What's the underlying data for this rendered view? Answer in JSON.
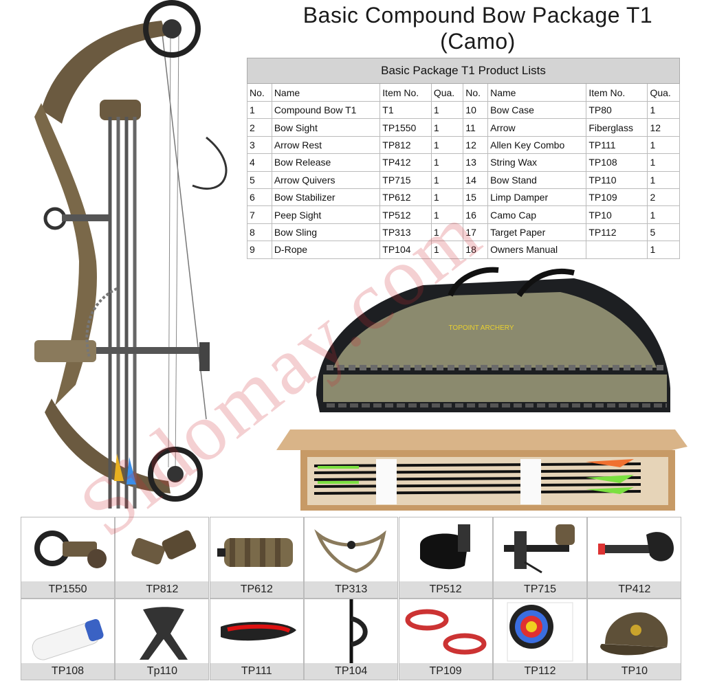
{
  "title_line1": "Basic Compound Bow Package T1",
  "title_line2": "(Camo)",
  "table": {
    "caption": "Basic Package T1 Product Lists",
    "headers": [
      "No.",
      "Name",
      "Item No.",
      "Qua.",
      "No.",
      "Name",
      "Item No.",
      "Qua."
    ],
    "rows": [
      [
        "1",
        "Compound Bow T1",
        "T1",
        "1",
        "10",
        "Bow Case",
        "TP80",
        "1"
      ],
      [
        "2",
        "Bow Sight",
        "TP1550",
        "1",
        "11",
        "Arrow",
        "Fiberglass",
        "12"
      ],
      [
        "3",
        "Arrow Rest",
        "TP812",
        "1",
        "12",
        "Allen Key Combo",
        "TP111",
        "1"
      ],
      [
        "4",
        "Bow Release",
        "TP412",
        "1",
        "13",
        "String Wax",
        "TP108",
        "1"
      ],
      [
        "5",
        "Arrow Quivers",
        "TP715",
        "1",
        "14",
        "Bow Stand",
        "TP110",
        "1"
      ],
      [
        "6",
        "Bow Stabilizer",
        "TP612",
        "1",
        "15",
        "Limp Damper",
        "TP109",
        "2"
      ],
      [
        "7",
        "Peep Sight",
        "TP512",
        "1",
        "16",
        "Camo Cap",
        "TP10",
        "1"
      ],
      [
        "8",
        "Bow Sling",
        "TP313",
        "1",
        "17",
        "Target Paper",
        "TP112",
        "5"
      ],
      [
        "9",
        "D-Rope",
        "TP104",
        "1",
        "18",
        "Owners Manual",
        "",
        "1"
      ]
    ]
  },
  "bag_logo": "TOPOINT ARCHERY",
  "thumbnails": [
    {
      "label": "TP1550",
      "icon": "bow-sight-icon"
    },
    {
      "label": "TP812",
      "icon": "arrow-rest-icon"
    },
    {
      "label": "TP612",
      "icon": "stabilizer-icon"
    },
    {
      "label": "TP313",
      "icon": "bow-sling-icon"
    },
    {
      "label": "TP512",
      "icon": "peep-sight-icon"
    },
    {
      "label": "TP715",
      "icon": "quiver-icon"
    },
    {
      "label": "TP412",
      "icon": "release-icon"
    },
    {
      "label": "TP108",
      "icon": "string-wax-icon"
    },
    {
      "label": "Tp110",
      "icon": "bow-stand-icon"
    },
    {
      "label": "TP111",
      "icon": "allen-key-icon"
    },
    {
      "label": "TP104",
      "icon": "d-rope-icon"
    },
    {
      "label": "TP109",
      "icon": "limb-damper-icon"
    },
    {
      "label": "TP112",
      "icon": "target-paper-icon"
    },
    {
      "label": "TP10",
      "icon": "camo-cap-icon"
    }
  ],
  "watermark": "Sidomay.com",
  "colors": {
    "camo": "#6b5a40",
    "accent": "#e8b020",
    "arrow_green": "#7be040",
    "case_olive": "#8b8a6e"
  }
}
